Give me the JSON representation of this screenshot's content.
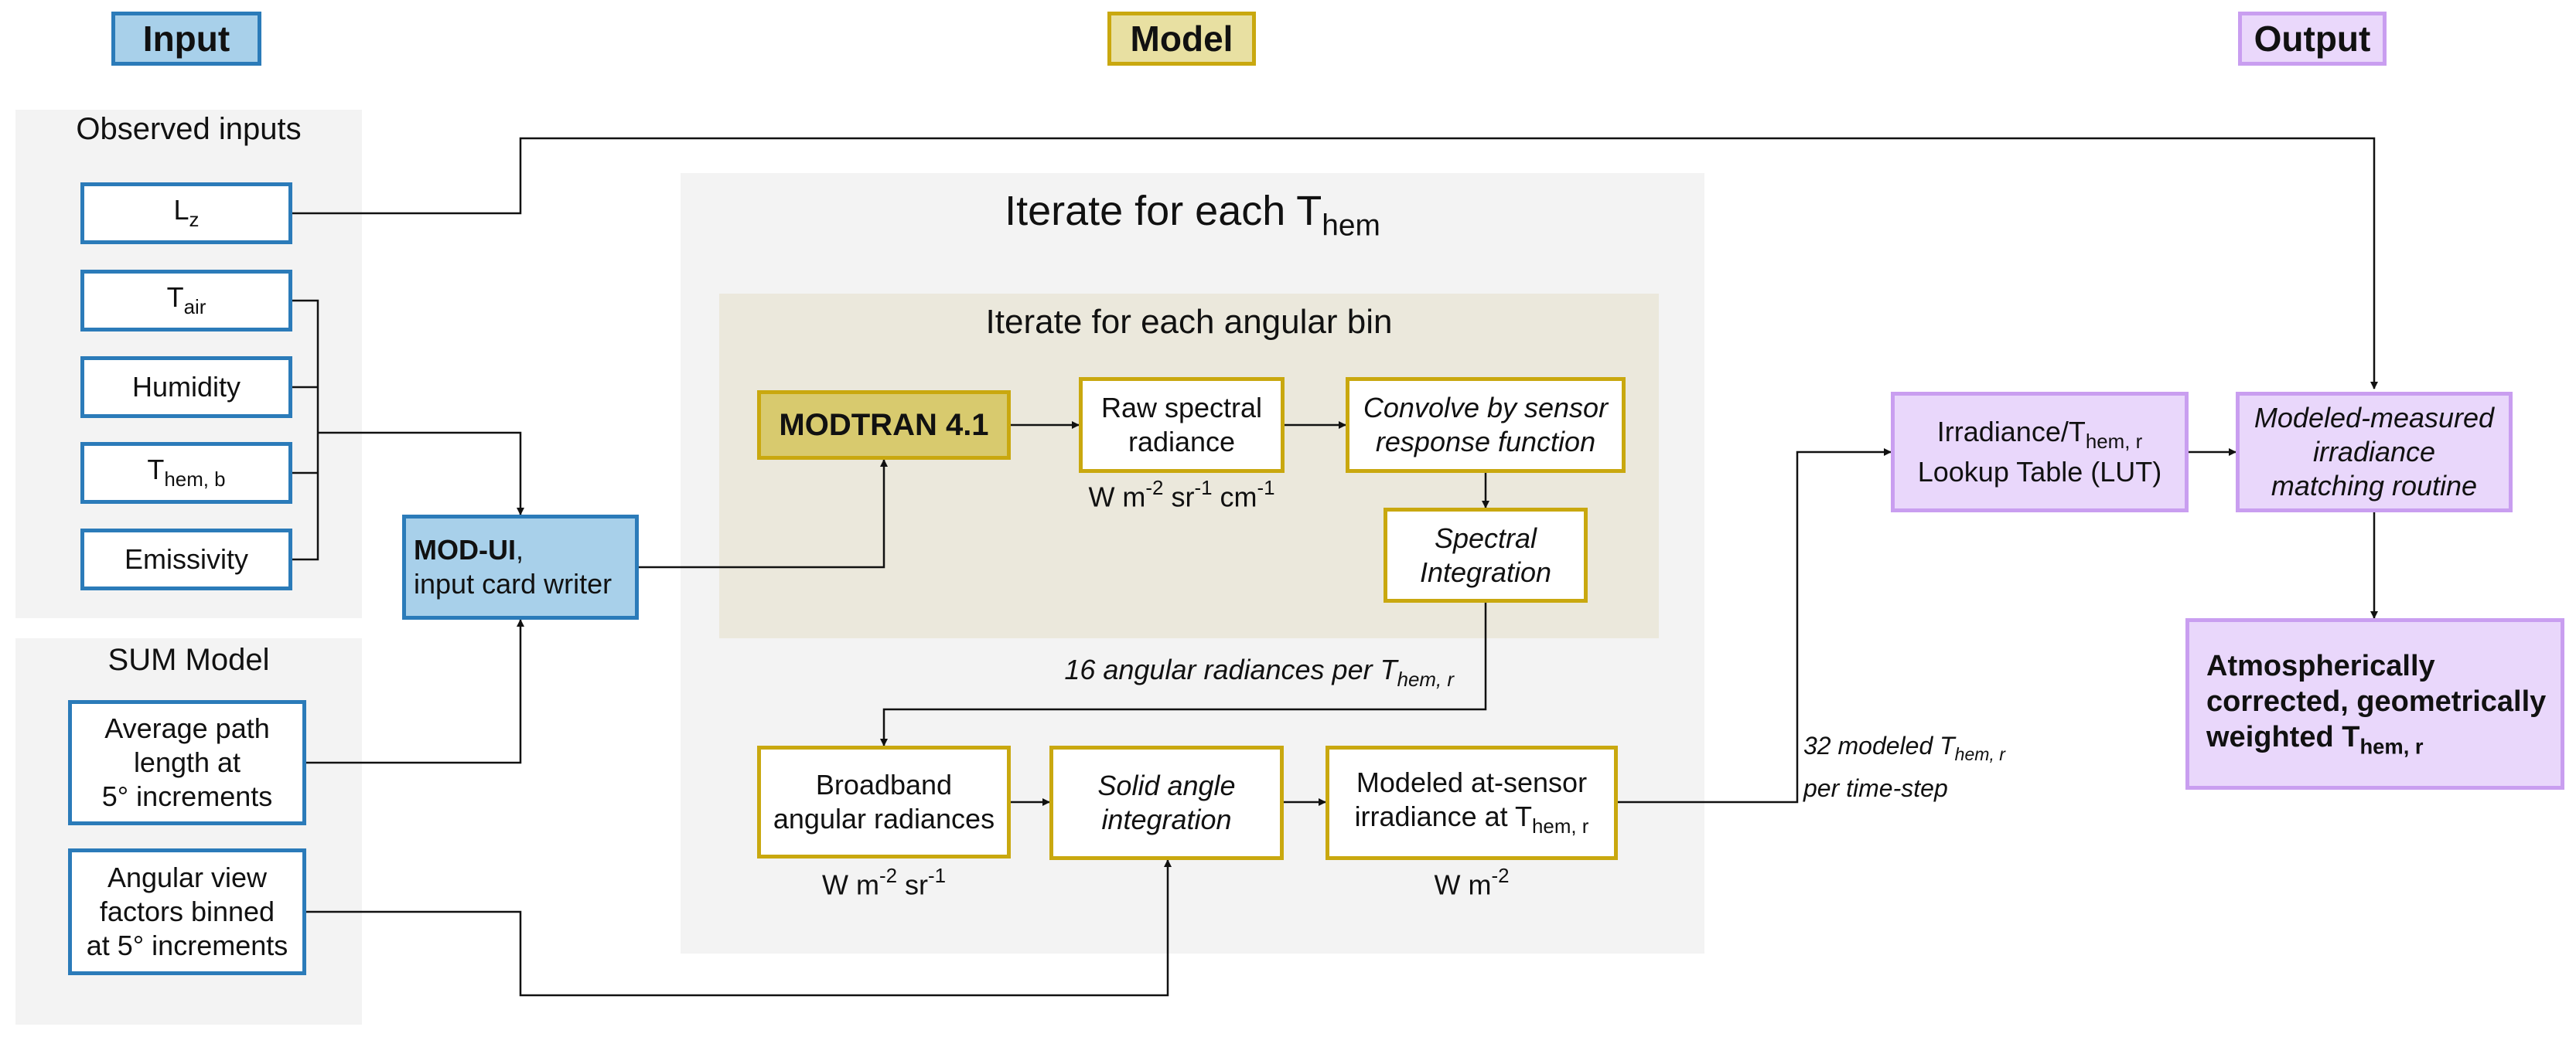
{
  "headers": {
    "input": "Input",
    "model": "Model",
    "output": "Output"
  },
  "observed": {
    "title": "Observed inputs",
    "lz_main": "L",
    "lz_sub": "z",
    "tair_main": "T",
    "tair_sub": "air",
    "humidity": "Humidity",
    "themb_main": "T",
    "themb_sub": "hem, b",
    "emissivity": "Emissivity"
  },
  "sum": {
    "title": "SUM Model",
    "path_l1": "Average path",
    "path_l2": "length at",
    "path_l3": "5° increments",
    "view_l1": "Angular view",
    "view_l2": "factors binned",
    "view_l3": "at 5° increments"
  },
  "modui": {
    "bold": "MOD-UI",
    "comma": ",",
    "line2": "input card writer"
  },
  "iterate_outer": {
    "main": "Iterate for each T",
    "sub": "hem"
  },
  "iterate_inner": "Iterate for each angular bin",
  "modtran": "MODTRAN 4.1",
  "raw": {
    "l1": "Raw spectral",
    "l2": "radiance",
    "unit_a": "W m",
    "unit_a_sup": "-2",
    "unit_b": " sr",
    "unit_b_sup": "-1",
    "unit_c": " cm",
    "unit_c_sup": "-1"
  },
  "convolve": {
    "l1": "Convolve by sensor",
    "l2": "response function"
  },
  "spectral": {
    "l1": "Spectral",
    "l2": "Integration"
  },
  "angular_note": {
    "main": "16 angular radiances per T",
    "sub": "hem, r"
  },
  "broadband": {
    "l1": "Broadband",
    "l2": "angular radiances",
    "unit_a": "W m",
    "unit_a_sup": "-2",
    "unit_b": " sr",
    "unit_b_sup": "-1"
  },
  "solid": {
    "l1": "Solid angle",
    "l2": "integration"
  },
  "modeled_irr": {
    "l1": "Modeled at-sensor",
    "l2": "irradiance at T",
    "l2_sub": "hem, r",
    "unit_a": "W m",
    "unit_a_sup": "-2"
  },
  "timestep_note": {
    "l1": "32 modeled T",
    "l1_sub": "hem, r",
    "l2": "per time-step"
  },
  "lut": {
    "l1": "Irradiance/T",
    "l1_sub": "hem, r",
    "l2": "Lookup Table (LUT)"
  },
  "matching": {
    "l1": "Modeled-measured",
    "l2": "irradiance",
    "l3": "matching routine"
  },
  "final": {
    "l1": "Atmospherically",
    "l2": "corrected, geometrically",
    "l3": "weighted T",
    "l3_sub": "hem, r"
  },
  "colors": {
    "input_header": "#a8d0ea",
    "model_header": "#e8e0a2",
    "output_header": "#ead8fb",
    "blue_border": "#2b7bb9",
    "gold_border": "#c9a80f",
    "purple_border": "#c99ef0",
    "inner_panel": "#ebe8dc",
    "outer_panel": "#f3f3f3"
  }
}
